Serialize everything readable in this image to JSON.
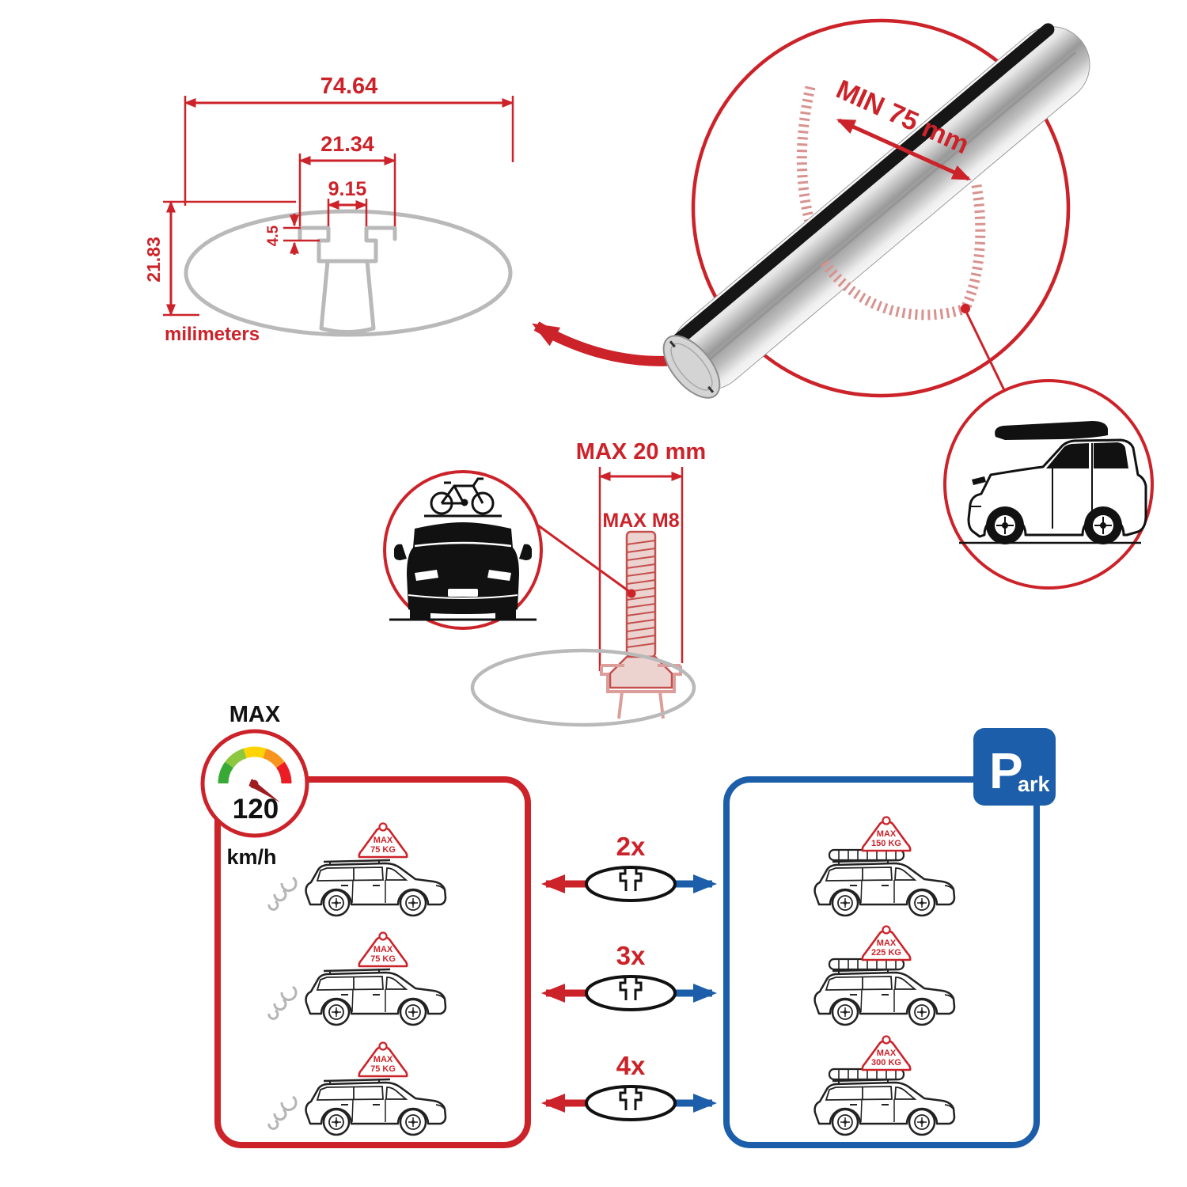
{
  "colors": {
    "accent_red": "#cc2229",
    "accent_blue": "#1c5ea9",
    "line_gray": "#b9b9b9",
    "aluminum": "#c9c9c9",
    "ink": "#111111"
  },
  "cross_section": {
    "total_width": "74.64",
    "channel_width": "21.34",
    "slot_width": "9.15",
    "lip_depth": "4.5",
    "total_height": "21.83",
    "units": "milimeters"
  },
  "bar_callout": {
    "min_span": "MIN 75 mm"
  },
  "bolt": {
    "max_length": "MAX 20 mm",
    "max_thread": "MAX M8"
  },
  "speed": {
    "label": "MAX",
    "value": "120",
    "unit": "km/h"
  },
  "parking": {
    "letter": "P",
    "rest": "ark"
  },
  "load_prefix": "MAX",
  "comparison": {
    "rows": [
      {
        "multiplier": "2x",
        "driving": "75 KG",
        "parked": "150 KG"
      },
      {
        "multiplier": "3x",
        "driving": "75 KG",
        "parked": "225 KG"
      },
      {
        "multiplier": "4x",
        "driving": "75 KG",
        "parked": "300 KG"
      }
    ]
  }
}
